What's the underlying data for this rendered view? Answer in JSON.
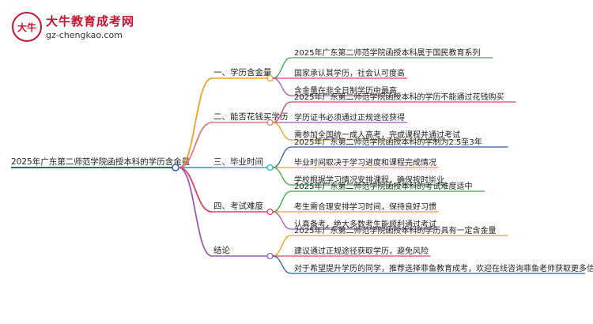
{
  "logo": {
    "title": "大牛教育成考网",
    "url": "gz-chengkao.com",
    "mark_glyph": "大牛"
  },
  "root": {
    "label": "2025年广东第二师范学院函授本科的学历含金量",
    "color": "#2c5fa8"
  },
  "branches": [
    {
      "label": "一、学历含金量",
      "color": "#f0a030",
      "children": [
        {
          "label": "2025年广东第二师范学院函授本科属于国民教育系列",
          "color": "#3aa84a"
        },
        {
          "label": "国家承认其学历，社会认可度高",
          "color": "#e0407a"
        },
        {
          "label": "含金量在非全日制学历中最高",
          "color": "#9b59b6"
        }
      ]
    },
    {
      "label": "二、能否花钱买学历",
      "color": "#e07a7a",
      "children": [
        {
          "label": "2025年广东第二师范学院函授本科的学历不能通过花钱购买",
          "color": "#e04060"
        },
        {
          "label": "学历证书必须通过正规途径获得",
          "color": "#9b59b6"
        },
        {
          "label": "需参加全国统一成人高考，完成课程并通过考试",
          "color": "#e8a020"
        }
      ]
    },
    {
      "label": "三、毕业时间",
      "color": "#20b8c8",
      "children": [
        {
          "label": "2025年广东第二师范学院函授本科的学制为2.5至3年",
          "color": "#2c5fa8"
        },
        {
          "label": "毕业时间取决于学习进度和课程完成情况",
          "color": "#e8a020"
        },
        {
          "label": "学校根据学习情况安排课程，确保按时毕业",
          "color": "#3aa84a"
        }
      ]
    },
    {
      "label": "四、考试难度",
      "color": "#e04060",
      "children": [
        {
          "label": "2025年广东第二师范学院函授本科的考试难度适中",
          "color": "#3aa84a"
        },
        {
          "label": "考生需合理安排学习时间，保持良好习惯",
          "color": "#e8a020"
        },
        {
          "label": "认真备考，绝大多数考生能顺利通过考试",
          "color": "#9b59b6"
        }
      ]
    },
    {
      "label": "结论",
      "color": "#9b59b6",
      "children": [
        {
          "label": "2025年广东第二师范学院函授本科的学历具有一定含金量",
          "color": "#e8a020"
        },
        {
          "label": "建议通过正规途径获取学历，避免风险",
          "color": "#e04060"
        },
        {
          "label": "对于希望提升学历的同学，推荐选择菲鱼教育成考，欢迎在线咨询菲鱼老师获取更多信息和帮助",
          "color": "#2c5fa8"
        }
      ]
    }
  ]
}
